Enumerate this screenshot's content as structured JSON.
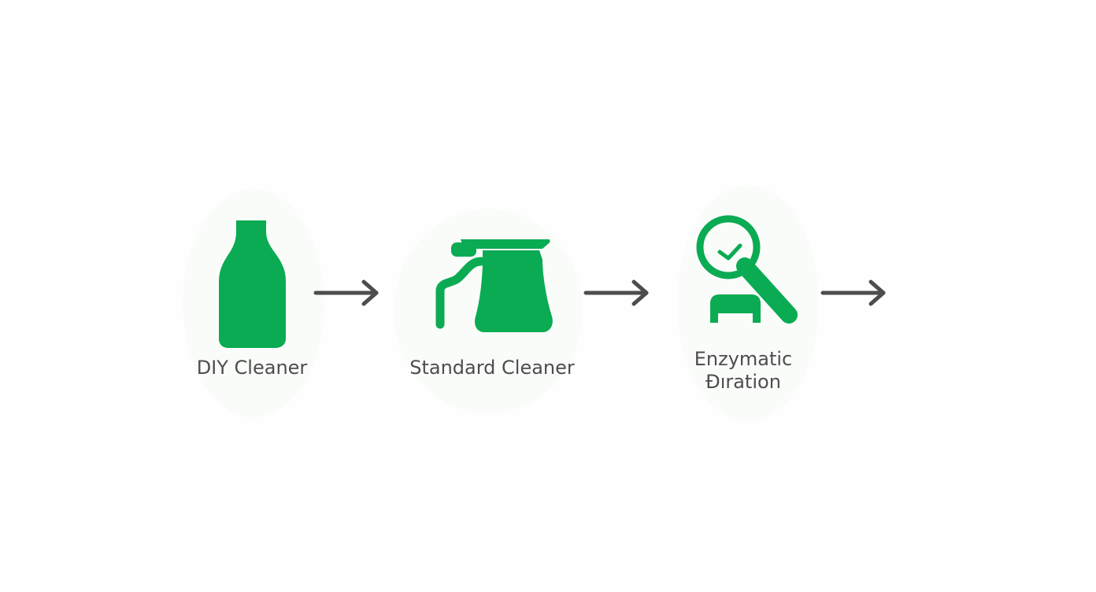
{
  "colors": {
    "accent_green": "#0bab53",
    "arrow": "#4d4d4d",
    "label_text": "#4d4d4d",
    "background": "#ffffff"
  },
  "steps": [
    {
      "label": "DIY Cleaner",
      "icon": "bottle-icon"
    },
    {
      "label": "Standard Cleaner",
      "icon": "spray-jug-icon"
    },
    {
      "label_line1": "Enzymatic",
      "label_line2": "Ɖıration",
      "icon": "magnifier-check-icon"
    }
  ],
  "arrows": [
    "arrow-right-icon",
    "arrow-right-icon",
    "arrow-right-icon"
  ]
}
